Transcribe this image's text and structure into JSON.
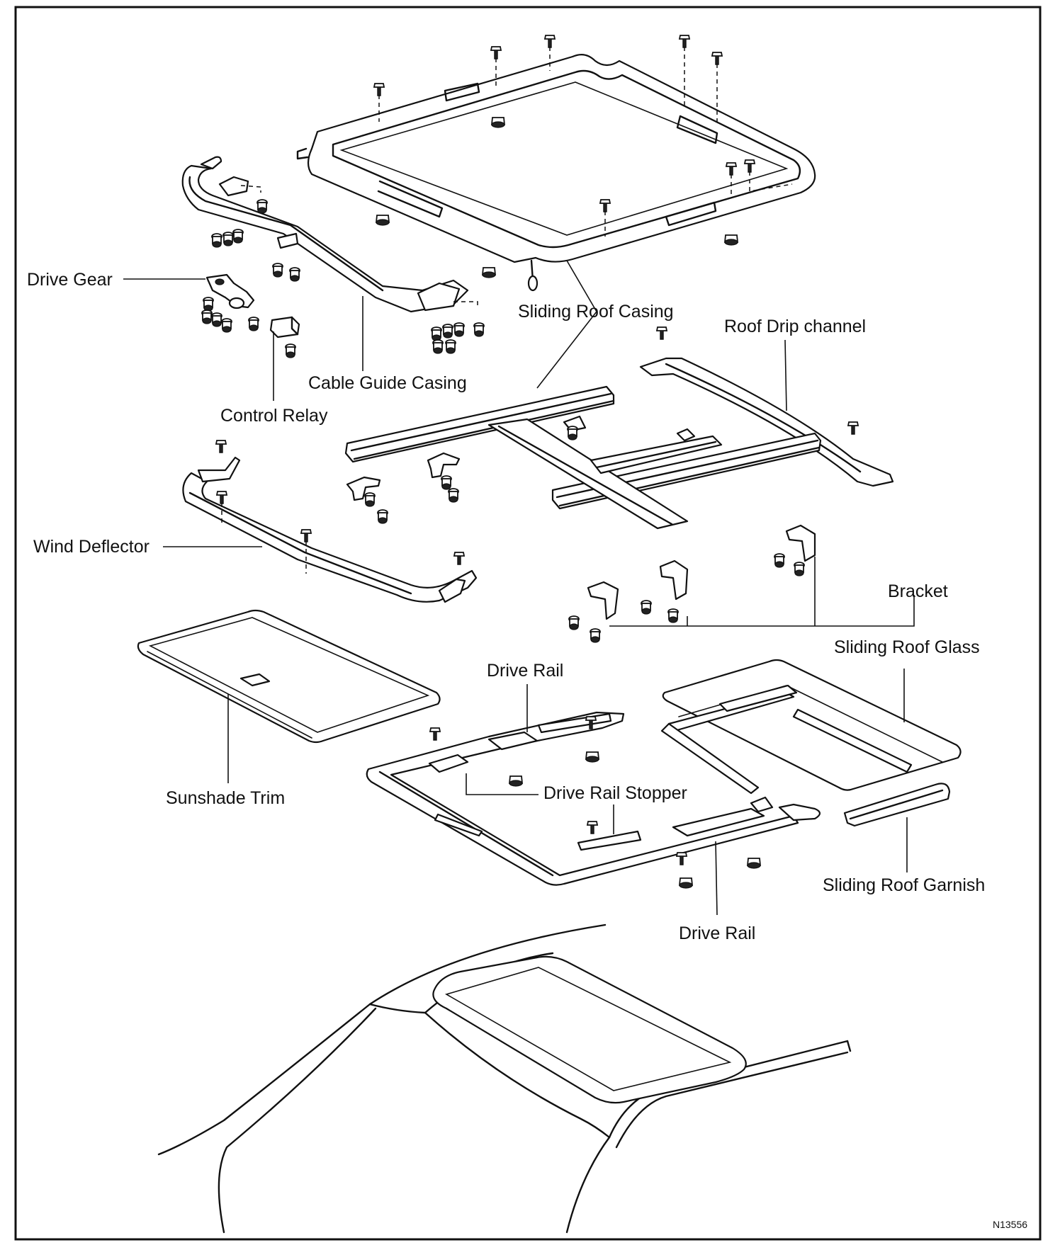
{
  "labels": {
    "drive_gear": "Drive Gear",
    "sliding_roof_casing": "Sliding Roof Casing",
    "roof_drip_channel": "Roof Drip channel",
    "cable_guide_casing": "Cable Guide Casing",
    "control_relay": "Control Relay",
    "wind_deflector": "Wind Deflector",
    "bracket": "Bracket",
    "sliding_roof_glass": "Sliding Roof Glass",
    "drive_rail_top": "Drive Rail",
    "sunshade_trim": "Sunshade Trim",
    "drive_rail_stopper": "Drive Rail Stopper",
    "sliding_roof_garnish": "Sliding Roof Garnish",
    "drive_rail_bottom": "Drive Rail"
  },
  "figure_code": "N13556"
}
